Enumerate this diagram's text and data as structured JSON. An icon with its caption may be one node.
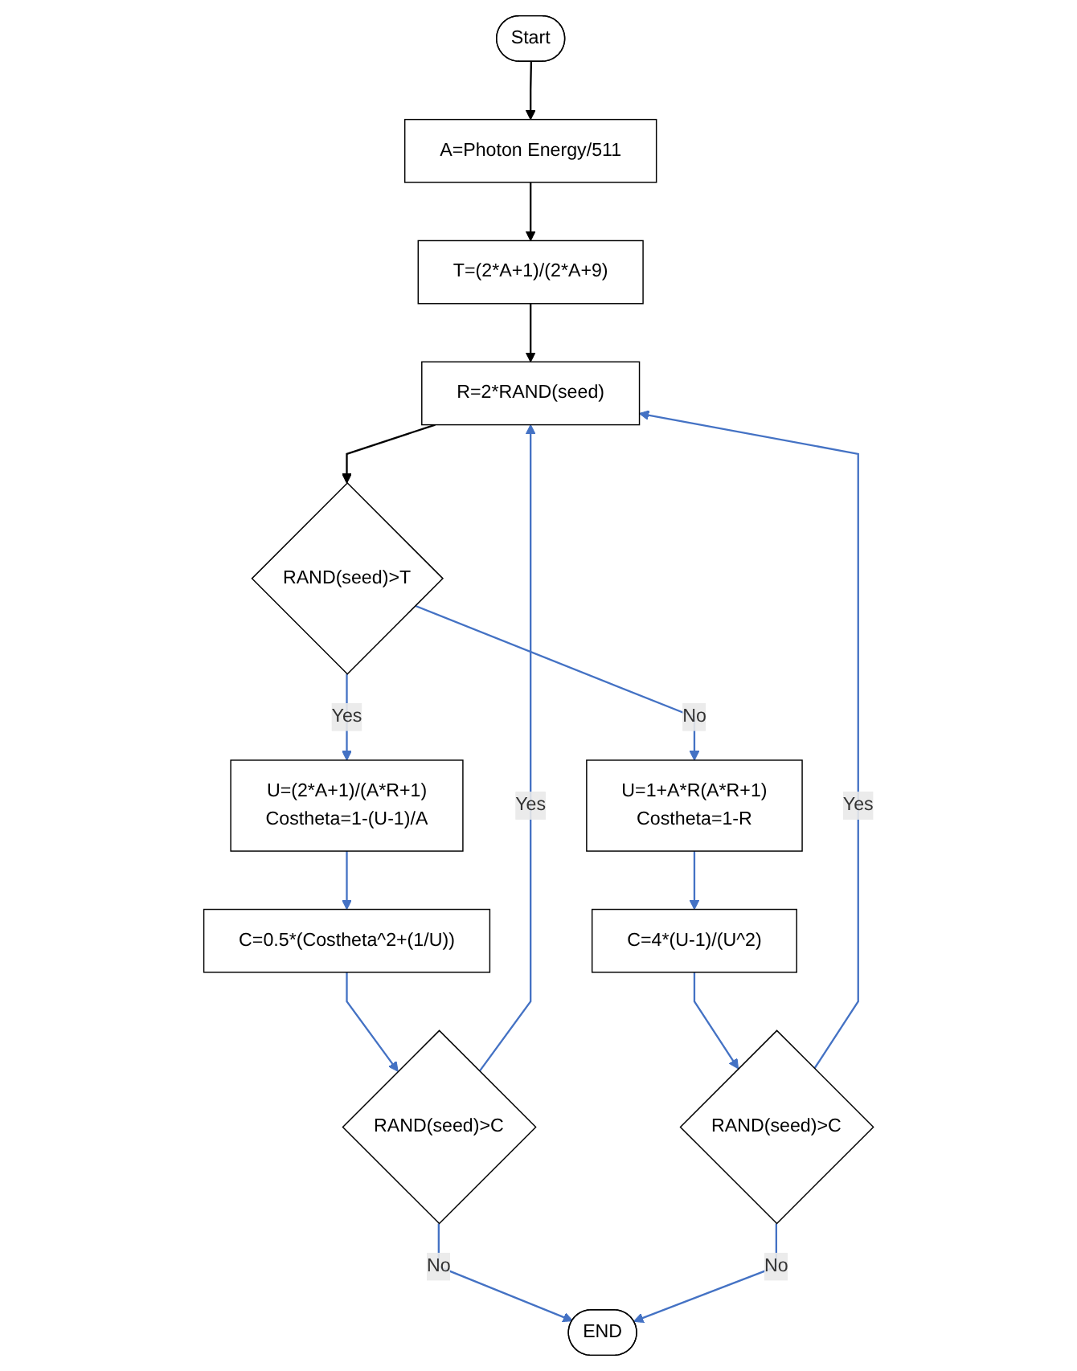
{
  "diagram": {
    "nodes": [
      {
        "text": [
          "Start"
        ]
      },
      {
        "text": [
          "A=Photon Energy/511"
        ]
      },
      {
        "text": [
          "T=(2*A+1)/(2*A+9)"
        ]
      },
      {
        "text": [
          "R=2*RAND(seed)"
        ]
      },
      {
        "text": [
          "RAND(seed)>T"
        ]
      },
      {
        "text": [
          "U=(2*A+1)/(A*R+1)",
          "Costheta=1-(U-1)/A"
        ]
      },
      {
        "text": [
          "C=0.5*(Costheta^2+(1/U))"
        ]
      },
      {
        "text": [
          "RAND(seed)>C"
        ]
      },
      {
        "text": [
          "U=1+A*R(A*R+1)",
          "Costheta=1-R"
        ]
      },
      {
        "text": [
          "C=4*(U-1)/(U^2)"
        ]
      },
      {
        "text": [
          "RAND(seed)>C"
        ]
      },
      {
        "text": [
          "END"
        ]
      }
    ],
    "edges": [
      {
        "from": 0,
        "to": 1,
        "arrow": "to",
        "color": "#000000"
      },
      {
        "from": 1,
        "to": 2,
        "arrow": "to",
        "color": "#000000"
      },
      {
        "from": 2,
        "to": 3,
        "arrow": "to",
        "color": "#000000"
      },
      {
        "from": 3,
        "to": 4,
        "arrow": "to",
        "color": "#000000"
      },
      {
        "from": 4,
        "to": 5,
        "arrow": "to",
        "label": "Yes"
      },
      {
        "from": 4,
        "to": 8,
        "arrow": "to",
        "label": "No"
      },
      {
        "from": 5,
        "to": 6,
        "arrow": "to"
      },
      {
        "from": 6,
        "to": 7,
        "arrow": "to"
      },
      {
        "from": 7,
        "to": 3,
        "arrow": "to",
        "label": "Yes"
      },
      {
        "from": 7,
        "to": 11,
        "arrow": "to",
        "label": "No"
      },
      {
        "from": 8,
        "to": 9,
        "arrow": "to"
      },
      {
        "from": 9,
        "to": 10,
        "arrow": "to"
      },
      {
        "from": 10,
        "to": 3,
        "arrow": "to",
        "label": "Yes"
      },
      {
        "from": 10,
        "to": 11,
        "arrow": "to",
        "label": "No"
      }
    ]
  }
}
